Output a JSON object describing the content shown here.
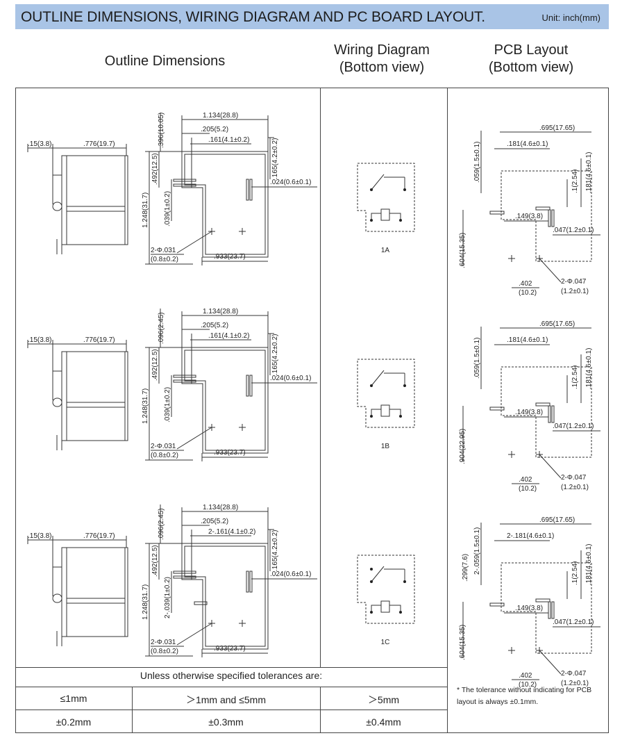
{
  "header": {
    "title": "OUTLINE DIMENSIONS, WIRING DIAGRAM AND PC BOARD LAYOUT.",
    "unit": "Unit: inch(mm)"
  },
  "columns": {
    "outline": "Outline Dimensions",
    "wiring_line1": "Wiring Diagram",
    "wiring_line2": "(Bottom view)",
    "pcb_line1": "PCB Layout",
    "pcb_line2": "(Bottom view)"
  },
  "variants": [
    {
      "id": "1A",
      "side_left": ".15(3.8)",
      "side_width": ".776(19.7)",
      "width": "1.134(28.8)",
      "w2": ".205(5.2)",
      "w3": ".161(4.1±0.2)",
      "top_h": ".396(10.05)",
      "h492": ".492(12.5)",
      "h039": ".039(1±0.2)",
      "h1248": "1.248(31.7)",
      "h165": ".165(4.2±0.2)",
      "pin024": ".024(0.6±0.1)",
      "holes_a": "2-Φ.031",
      "holes_b": "(0.8±0.2)",
      "bottom_w": ".933(23.7)",
      "pcb": {
        "w695": ".695(17.65)",
        "w181": ".181(4.6±0.1)",
        "v059": ".059(1.5±0.1)",
        "v01": ".1(2.54)",
        "v181": ".181(4.6±0.1)",
        "w149": ".149(3.8)",
        "w047": ".047(1.2±0.1)",
        "v604": ".604(15.35)",
        "hole_a": "2-Φ.047",
        "hole_b": "(1.2±0.1)",
        "b402": ".402",
        "b102": "(10.2)"
      }
    },
    {
      "id": "1B",
      "side_left": ".15(3.8)",
      "side_width": ".776(19.7)",
      "width": "1.134(28.8)",
      "w2": ".205(5.2)",
      "w3": ".161(4.1±0.2)",
      "top_h": ".096(2.45)",
      "h492": ".492(12.5)",
      "h039": ".039(1±0.2)",
      "h1248": "1.248(31.7)",
      "h165": ".165(4.2±0.2)",
      "pin024": ".024(0.6±0.1)",
      "holes_a": "2-Φ.031",
      "holes_b": "(0.8±0.2)",
      "bottom_w": ".933(23.7)",
      "pcb": {
        "w695": ".695(17.65)",
        "w181": ".181(4.6±0.1)",
        "v059": ".059(1.5±0.1)",
        "v01": ".1(2.54)",
        "v181": ".181(4.6±0.1)",
        "w149": ".149(3.8)",
        "w047": ".047(1.2±0.1)",
        "v604": ".904(22.95)",
        "hole_a": "2-Φ.047",
        "hole_b": "(1.2±0.1)",
        "b402": ".402",
        "b102": "(10.2)"
      }
    },
    {
      "id": "1C",
      "side_left": ".15(3.8)",
      "side_width": ".776(19.7)",
      "width": "1.134(28.8)",
      "w2": ".205(5.2)",
      "w3": "2-.161(4.1±0.2)",
      "top_h": ".096(2.45)",
      "h492": ".492(12.5)",
      "h039": "2-.039(1±0.2)",
      "h1248": "1.248(31.7)",
      "h165": ".165(4.2±0.2)",
      "pin024": ".024(0.6±0.1)",
      "holes_a": "2-Φ.031",
      "holes_b": "(0.8±0.2)",
      "bottom_w": ".933(23.7)",
      "pcb": {
        "w695": ".695(17.65)",
        "w181": "2-.181(4.6±0.1)",
        "v059": "2-.059(1.5±0.1)",
        "v299": ".299(7.6)",
        "v01": ".1(2.54)",
        "v181": ".181(4.6±0.1)",
        "w149": ".149(3.8)",
        "w047": ".047(1.2±0.1)",
        "v604": ".604(15.35)",
        "hole_a": "2-Φ.047",
        "hole_b": "(1.2±0.1)",
        "b402": ".402",
        "b102": "(10.2)"
      }
    }
  ],
  "tolerances": {
    "caption": "Unless otherwise specified tolerances are:",
    "headers": [
      "≤1mm",
      "＞1mm and ≤5mm",
      "＞5mm"
    ],
    "values": [
      "±0.2mm",
      "±0.3mm",
      "±0.4mm"
    ],
    "note": "* The tolerance without indicating for PCB layout is always ±0.1mm."
  }
}
